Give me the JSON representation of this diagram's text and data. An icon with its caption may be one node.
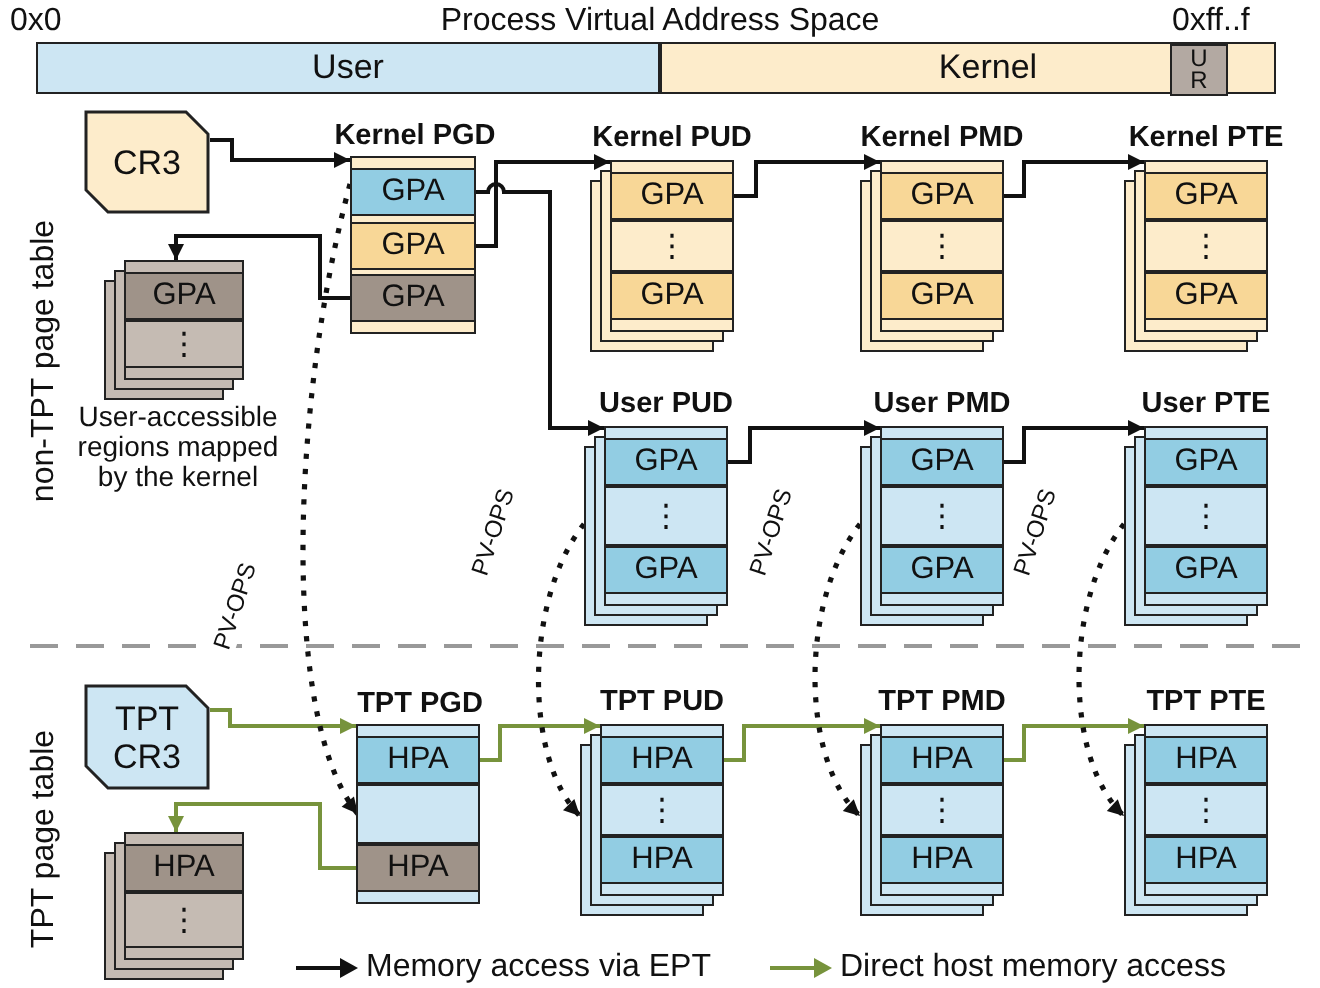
{
  "diagram": {
    "title": "Process Virtual Address Space",
    "nodes": [
      {
        "text": [
          "User"
        ]
      },
      {
        "text": [
          "Kernel"
        ]
      },
      {
        "text": [
          "U R"
        ],
        "in": 1
      },
      {
        "text": [
          "CR3"
        ]
      },
      {
        "text": [
          "Kernel PGD"
        ]
      },
      {
        "text": [
          "GPA"
        ],
        "in": 4
      },
      {
        "text": [
          "GPA"
        ],
        "in": 4
      },
      {
        "text": [
          "GPA"
        ],
        "in": 4
      },
      {
        "text": [
          "Kernel PUD"
        ]
      },
      {
        "text": [
          "GPA"
        ],
        "in": 8
      },
      {
        "text": [
          "⋮"
        ],
        "in": 8
      },
      {
        "text": [
          "GPA"
        ],
        "in": 8
      },
      {
        "text": [
          "Kernel PMD"
        ]
      },
      {
        "text": [
          "GPA"
        ],
        "in": 12
      },
      {
        "text": [
          "⋮"
        ],
        "in": 12
      },
      {
        "text": [
          "GPA"
        ],
        "in": 12
      },
      {
        "text": [
          "Kernel PTE"
        ]
      },
      {
        "text": [
          "GPA"
        ],
        "in": 16
      },
      {
        "text": [
          "⋮"
        ],
        "in": 16
      },
      {
        "text": [
          "GPA"
        ],
        "in": 16
      },
      {
        "text": [
          "User-accessible regions mapped by the kernel"
        ]
      },
      {
        "text": [
          "GPA"
        ],
        "in": 20
      },
      {
        "text": [
          "⋮"
        ],
        "in": 20
      },
      {
        "text": [
          "User PUD"
        ]
      },
      {
        "text": [
          "GPA"
        ],
        "in": 23
      },
      {
        "text": [
          "⋮"
        ],
        "in": 23
      },
      {
        "text": [
          "GPA"
        ],
        "in": 23
      },
      {
        "text": [
          "User PMD"
        ]
      },
      {
        "text": [
          "GPA"
        ],
        "in": 27
      },
      {
        "text": [
          "⋮"
        ],
        "in": 27
      },
      {
        "text": [
          "GPA"
        ],
        "in": 27
      },
      {
        "text": [
          "User PTE"
        ]
      },
      {
        "text": [
          "GPA"
        ],
        "in": 31
      },
      {
        "text": [
          "⋮"
        ],
        "in": 31
      },
      {
        "text": [
          "GPA"
        ],
        "in": 31
      },
      {
        "text": [
          "TPT CR3"
        ]
      },
      {
        "text": [
          "TPT PGD"
        ]
      },
      {
        "text": [
          "HPA"
        ],
        "in": 36
      },
      {
        "text": [],
        "shape": "box",
        "in": 36
      },
      {
        "text": [
          "HPA"
        ],
        "in": 36
      },
      {
        "text": [],
        "shape": "box"
      },
      {
        "text": [
          "HPA"
        ],
        "in": 40
      },
      {
        "text": [
          "⋮"
        ],
        "in": 40
      },
      {
        "text": [
          "TPT PUD"
        ]
      },
      {
        "text": [
          "HPA"
        ],
        "in": 43
      },
      {
        "text": [
          "⋮"
        ],
        "in": 43
      },
      {
        "text": [
          "HPA"
        ],
        "in": 43
      },
      {
        "text": [
          "TPT PMD"
        ]
      },
      {
        "text": [
          "HPA"
        ],
        "in": 47
      },
      {
        "text": [
          "⋮"
        ],
        "in": 47
      },
      {
        "text": [
          "HPA"
        ],
        "in": 47
      },
      {
        "text": [
          "TPT PTE"
        ]
      },
      {
        "text": [
          "HPA"
        ],
        "in": 51
      },
      {
        "text": [
          "⋮"
        ],
        "in": 51
      },
      {
        "text": [
          "HPA"
        ],
        "in": 51
      }
    ],
    "edges": [
      {
        "from": 3,
        "to": 4,
        "arrow": "to"
      },
      {
        "from": 6,
        "to": 8,
        "arrow": "to"
      },
      {
        "from": 5,
        "to": 23,
        "arrow": "to"
      },
      {
        "from": 7,
        "to": 20,
        "arrow": "to"
      },
      {
        "from": 9,
        "to": 12,
        "arrow": "to"
      },
      {
        "from": 13,
        "to": 16,
        "arrow": "to"
      },
      {
        "from": 24,
        "to": 27,
        "arrow": "to"
      },
      {
        "from": 28,
        "to": 31,
        "arrow": "to"
      },
      {
        "from": 35,
        "to": 36,
        "arrow": "to",
        "color": "#77933c"
      },
      {
        "from": 37,
        "to": 43,
        "arrow": "to",
        "color": "#77933c"
      },
      {
        "from": 39,
        "to": 40,
        "arrow": "to",
        "color": "#77933c"
      },
      {
        "from": 44,
        "to": 47,
        "arrow": "to",
        "color": "#77933c"
      },
      {
        "from": 48,
        "to": 51,
        "arrow": "to",
        "color": "#77933c"
      },
      {
        "from": 4,
        "to": 38,
        "arrow": "to",
        "style": "dashed",
        "label": "PV-OPS"
      },
      {
        "from": 23,
        "to": 43,
        "arrow": "to",
        "style": "dashed",
        "label": "PV-OPS"
      },
      {
        "from": 27,
        "to": 47,
        "arrow": "to",
        "style": "dashed",
        "label": "PV-OPS"
      },
      {
        "from": 31,
        "to": 51,
        "arrow": "to",
        "style": "dashed",
        "label": "PV-OPS"
      }
    ],
    "labels": [
      "0x0",
      "0xff..f",
      "non-TPT page table",
      "TPT page table"
    ],
    "legend": [
      {
        "text": "Memory access via EPT"
      },
      {
        "text": "Direct host memory access"
      }
    ]
  }
}
